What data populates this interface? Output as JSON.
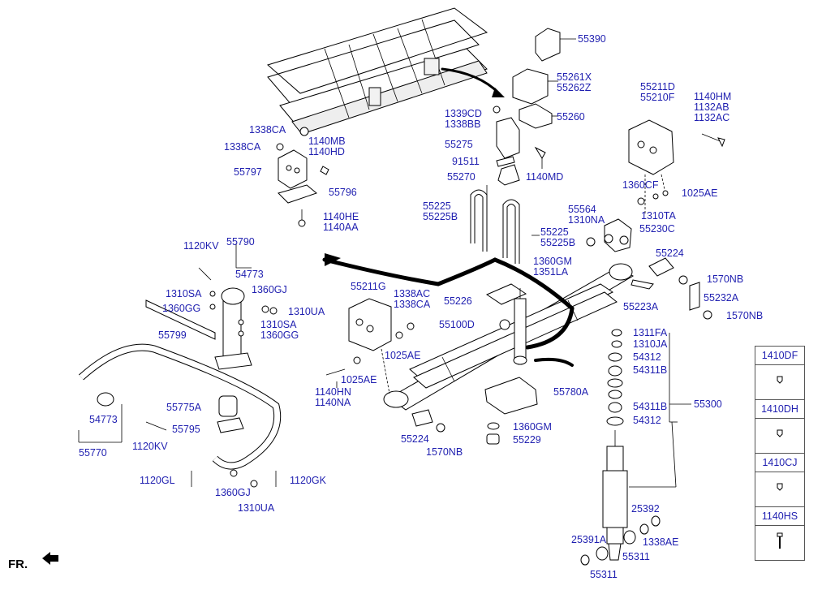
{
  "labels": {
    "p55390": "55390",
    "p55261x": "55261X",
    "p55262z": "55262Z",
    "p55260": "55260",
    "p1339cd": "1339CD",
    "p1338bb": "1338BB",
    "p55275": "55275",
    "p91511": "91511",
    "p55270": "55270",
    "p1140md": "1140MD",
    "p1338ca_a": "1338CA",
    "p1338ca_b": "1338CA",
    "p1140mb": "1140MB",
    "p1140hd": "1140HD",
    "p55797": "55797",
    "p55796": "55796",
    "p1140he": "1140HE",
    "p1140aa": "1140AA",
    "p55225_a": "55225",
    "p55225b_a": "55225B",
    "p55225_b": "55225",
    "p55225b_b": "55225B",
    "p55211d": "55211D",
    "p55210f": "55210F",
    "p1140hm": "1140HM",
    "p1132ab": "1132AB",
    "p1132ac": "1132AC",
    "p1360cf": "1360CF",
    "p1025ae_a": "1025AE",
    "p1310ta": "1310TA",
    "p55564": "55564",
    "p1310na": "1310NA",
    "p55230c": "55230C",
    "p1120kv_a": "1120KV",
    "p55790": "55790",
    "p54773_a": "54773",
    "p1310sa_a": "1310SA",
    "p1360gj_a": "1360GJ",
    "p1360gg_a": "1360GG",
    "p1310ua_a": "1310UA",
    "p55799": "55799",
    "p1310sa_b": "1310SA",
    "p1360gg_b": "1360GG",
    "p55211g": "55211G",
    "p1338ac": "1338AC",
    "p1338ca_c": "1338CA",
    "p55226": "55226",
    "p1360gm_a": "1360GM",
    "p1351la": "1351LA",
    "p55224_a": "55224",
    "p1570nb_a": "1570NB",
    "p55232a": "55232A",
    "p55223a": "55223A",
    "p1570nb_b": "1570NB",
    "p55100d": "55100D",
    "p1025ae_b": "1025AE",
    "p1025ae_c": "1025AE",
    "p1140hn": "1140HN",
    "p1140na": "1140NA",
    "p55780a": "55780A",
    "p55224_b": "55224",
    "p1570nb_c": "1570NB",
    "p1360gm_b": "1360GM",
    "p55229": "55229",
    "p1311fa": "1311FA",
    "p1310ja": "1310JA",
    "p54312_a": "54312",
    "p54311b_a": "54311B",
    "p54311b_b": "54311B",
    "p55300": "55300",
    "p54312_b": "54312",
    "p54773_b": "54773",
    "p55770": "55770",
    "p55775a": "55775A",
    "p55795": "55795",
    "p1120kv_b": "1120KV",
    "p1120gl": "1120GL",
    "p1360gj_b": "1360GJ",
    "p1310ua_b": "1310UA",
    "p1120gk": "1120GK",
    "p25392": "25392",
    "p1338ae": "1338AE",
    "p25391a": "25391A",
    "p55311_a": "55311",
    "p55311_b": "55311",
    "fr": "FR."
  },
  "legend": [
    "1410DF",
    "1410DH",
    "1410CJ",
    "1140HS"
  ],
  "colors": {
    "label": "#1f1fb0",
    "line": "#000000"
  }
}
